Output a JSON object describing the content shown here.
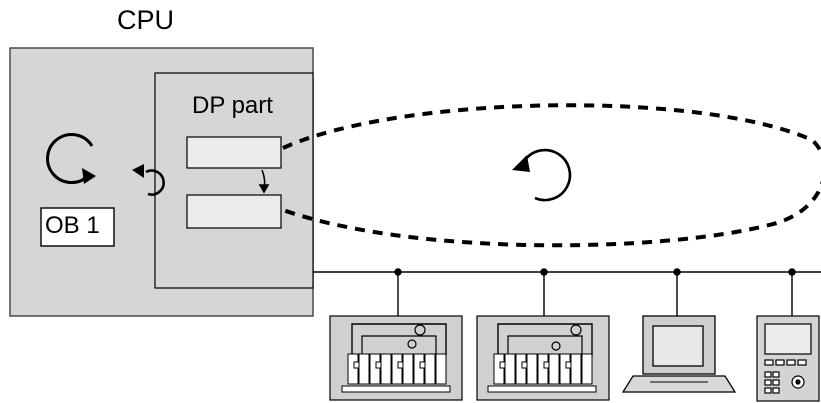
{
  "diagram": {
    "cpu_label": "CPU",
    "dp_part_label": "DP part",
    "ob1_label": "OB 1"
  },
  "colors": {
    "cpu_fill": "#d6d6d6",
    "slot_fill": "#ececec",
    "line": "#000000"
  },
  "icons": {
    "cpu_cycle": "clockwise-cycle-arrow",
    "transfer": "counter-clockwise-arrow",
    "bus_cycle": "bus-cycle-arrow",
    "station_1": "plc-rack",
    "station_2": "plc-rack",
    "station_3": "laptop",
    "station_4": "operator-panel"
  }
}
